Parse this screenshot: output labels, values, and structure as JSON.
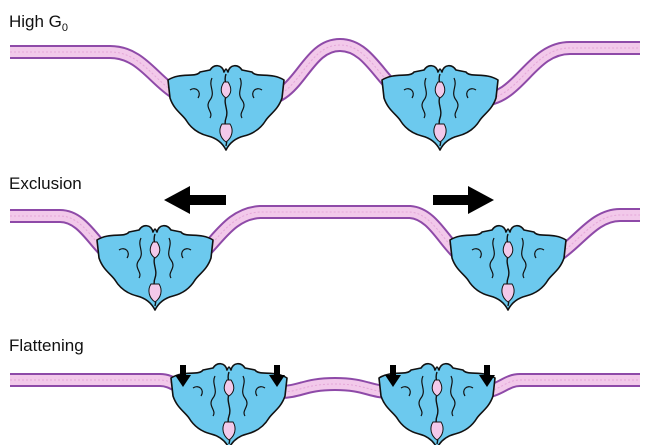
{
  "panels": [
    {
      "label": "High G",
      "label_subscript": "0"
    },
    {
      "label": "Exclusion",
      "label_subscript": ""
    },
    {
      "label": "Flattening",
      "label_subscript": ""
    }
  ],
  "colors": {
    "membrane_fill": "#f2c9ea",
    "membrane_edge": "#8e4aa8",
    "protein_fill": "#6cc9ee",
    "protein_stroke": "#111111",
    "protein_pore": "#f2c9ea",
    "arrow": "#000000"
  },
  "icons": {
    "protein": "channel-dimer",
    "membrane": "lipid-bilayer",
    "arrow": "black-arrow"
  }
}
